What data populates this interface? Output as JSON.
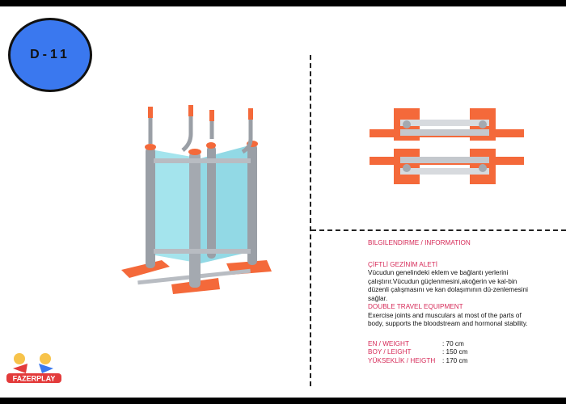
{
  "badge": {
    "code": "D-11",
    "color": "#3a78ef"
  },
  "info": {
    "header": "BILGILENDIRME / INFORMATION",
    "title_tr": "ÇİFTLİ GEZİNİM ALETİ",
    "desc_tr": "Vücudun genelindeki eklem ve bağlantı yerlerini çalıştırır.Vücudun güçlenmesini,akoğerin ve kal-bin düzenli çalışmasını ve kan dolaşımının dü-zenlemesini sağlar.",
    "title_en": "DOUBLE TRAVEL EQUIPMENT",
    "desc_en": "Exercise joints and musculars at most of the parts of body, supports the bloodstream and hormonal stability.",
    "specs": [
      {
        "label": "EN / WEIGHT",
        "value": ": 70 cm"
      },
      {
        "label": "BOY / LEIGHT",
        "value": ": 150 cm"
      },
      {
        "label": "YÜKSEKLİK / HEIGTH",
        "value": ": 170 cm"
      }
    ]
  },
  "logo": {
    "text": "FAZERPLAY"
  },
  "colors": {
    "accent": "#d62a58",
    "orange": "#f4693a",
    "frame": "#9a9fa6",
    "glass": "#8ddde8"
  }
}
